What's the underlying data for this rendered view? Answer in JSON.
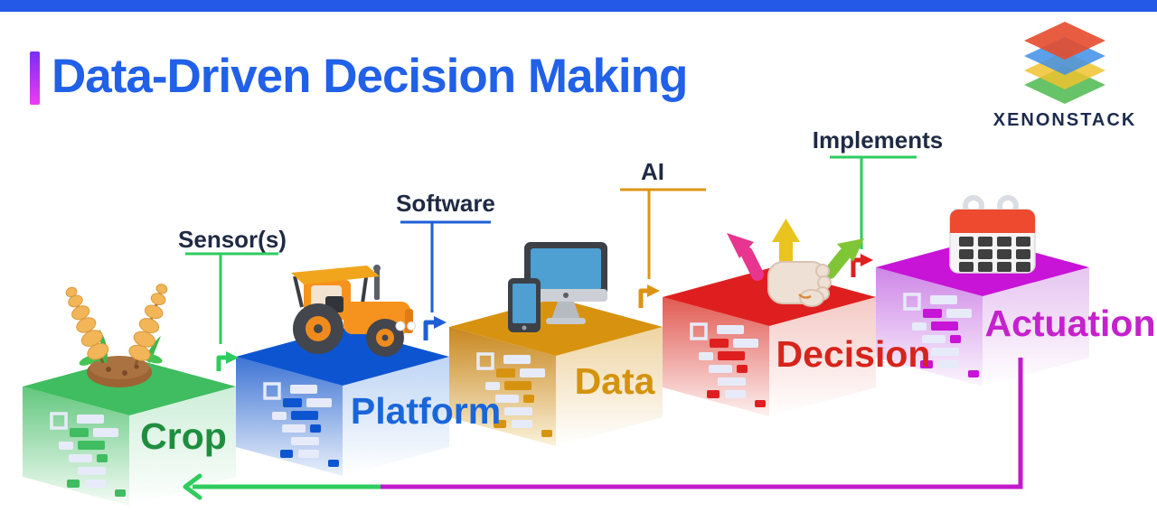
{
  "page": {
    "background": "#ffffff",
    "top_bar_color": "#2359e6"
  },
  "header": {
    "title": "Data-Driven Decision Making",
    "title_color": "#2160e8",
    "accent_gradient": [
      "#7a2ef5",
      "#ef3bf2"
    ]
  },
  "logo": {
    "text": "XENONSTACK",
    "text_color": "#1d2b4f",
    "layer_colors": {
      "red": "#e54b2c",
      "blue": "#3f8fe8",
      "yellow": "#f0c330",
      "green": "#4cb84c"
    }
  },
  "diagram": {
    "connector_label_color": "#1f2a44",
    "steps": [
      {
        "label": "Crop",
        "top_color": "#3fbd60",
        "label_color": "#1e8e3e",
        "icon": "wheat-icon"
      },
      {
        "label": "Platform",
        "top_color": "#0d55d0",
        "label_color": "#1a66d9",
        "icon": "tractor-icon"
      },
      {
        "label": "Data",
        "top_color": "#d79310",
        "label_color": "#d4930c",
        "icon": "computer-devices-icon"
      },
      {
        "label": "Decision",
        "top_color": "#df1f1f",
        "label_color": "#d6241c",
        "icon": "fist-decision-arrows-icon"
      },
      {
        "label": "Actuation",
        "top_color": "#c714d6",
        "label_color": "#c521cd",
        "icon": "calendar-icon"
      }
    ],
    "connectors": [
      {
        "label": "Sensor(s)",
        "line_color": "#2ecc5e",
        "arrow_color": "#2ecc5e"
      },
      {
        "label": "Software",
        "line_color": "#1d5fd6",
        "arrow_color": "#1d5fd6"
      },
      {
        "label": "AI",
        "line_color": "#dd9415",
        "arrow_color": "#dd9415"
      },
      {
        "label": "Implements",
        "line_color": "#2ecc5e",
        "arrow_color": "#dd2020"
      }
    ],
    "feedback_arrow": {
      "from": "Actuation",
      "to": "Crop",
      "segment_colors": [
        "#c21ac8",
        "#2ecc5e"
      ]
    }
  }
}
